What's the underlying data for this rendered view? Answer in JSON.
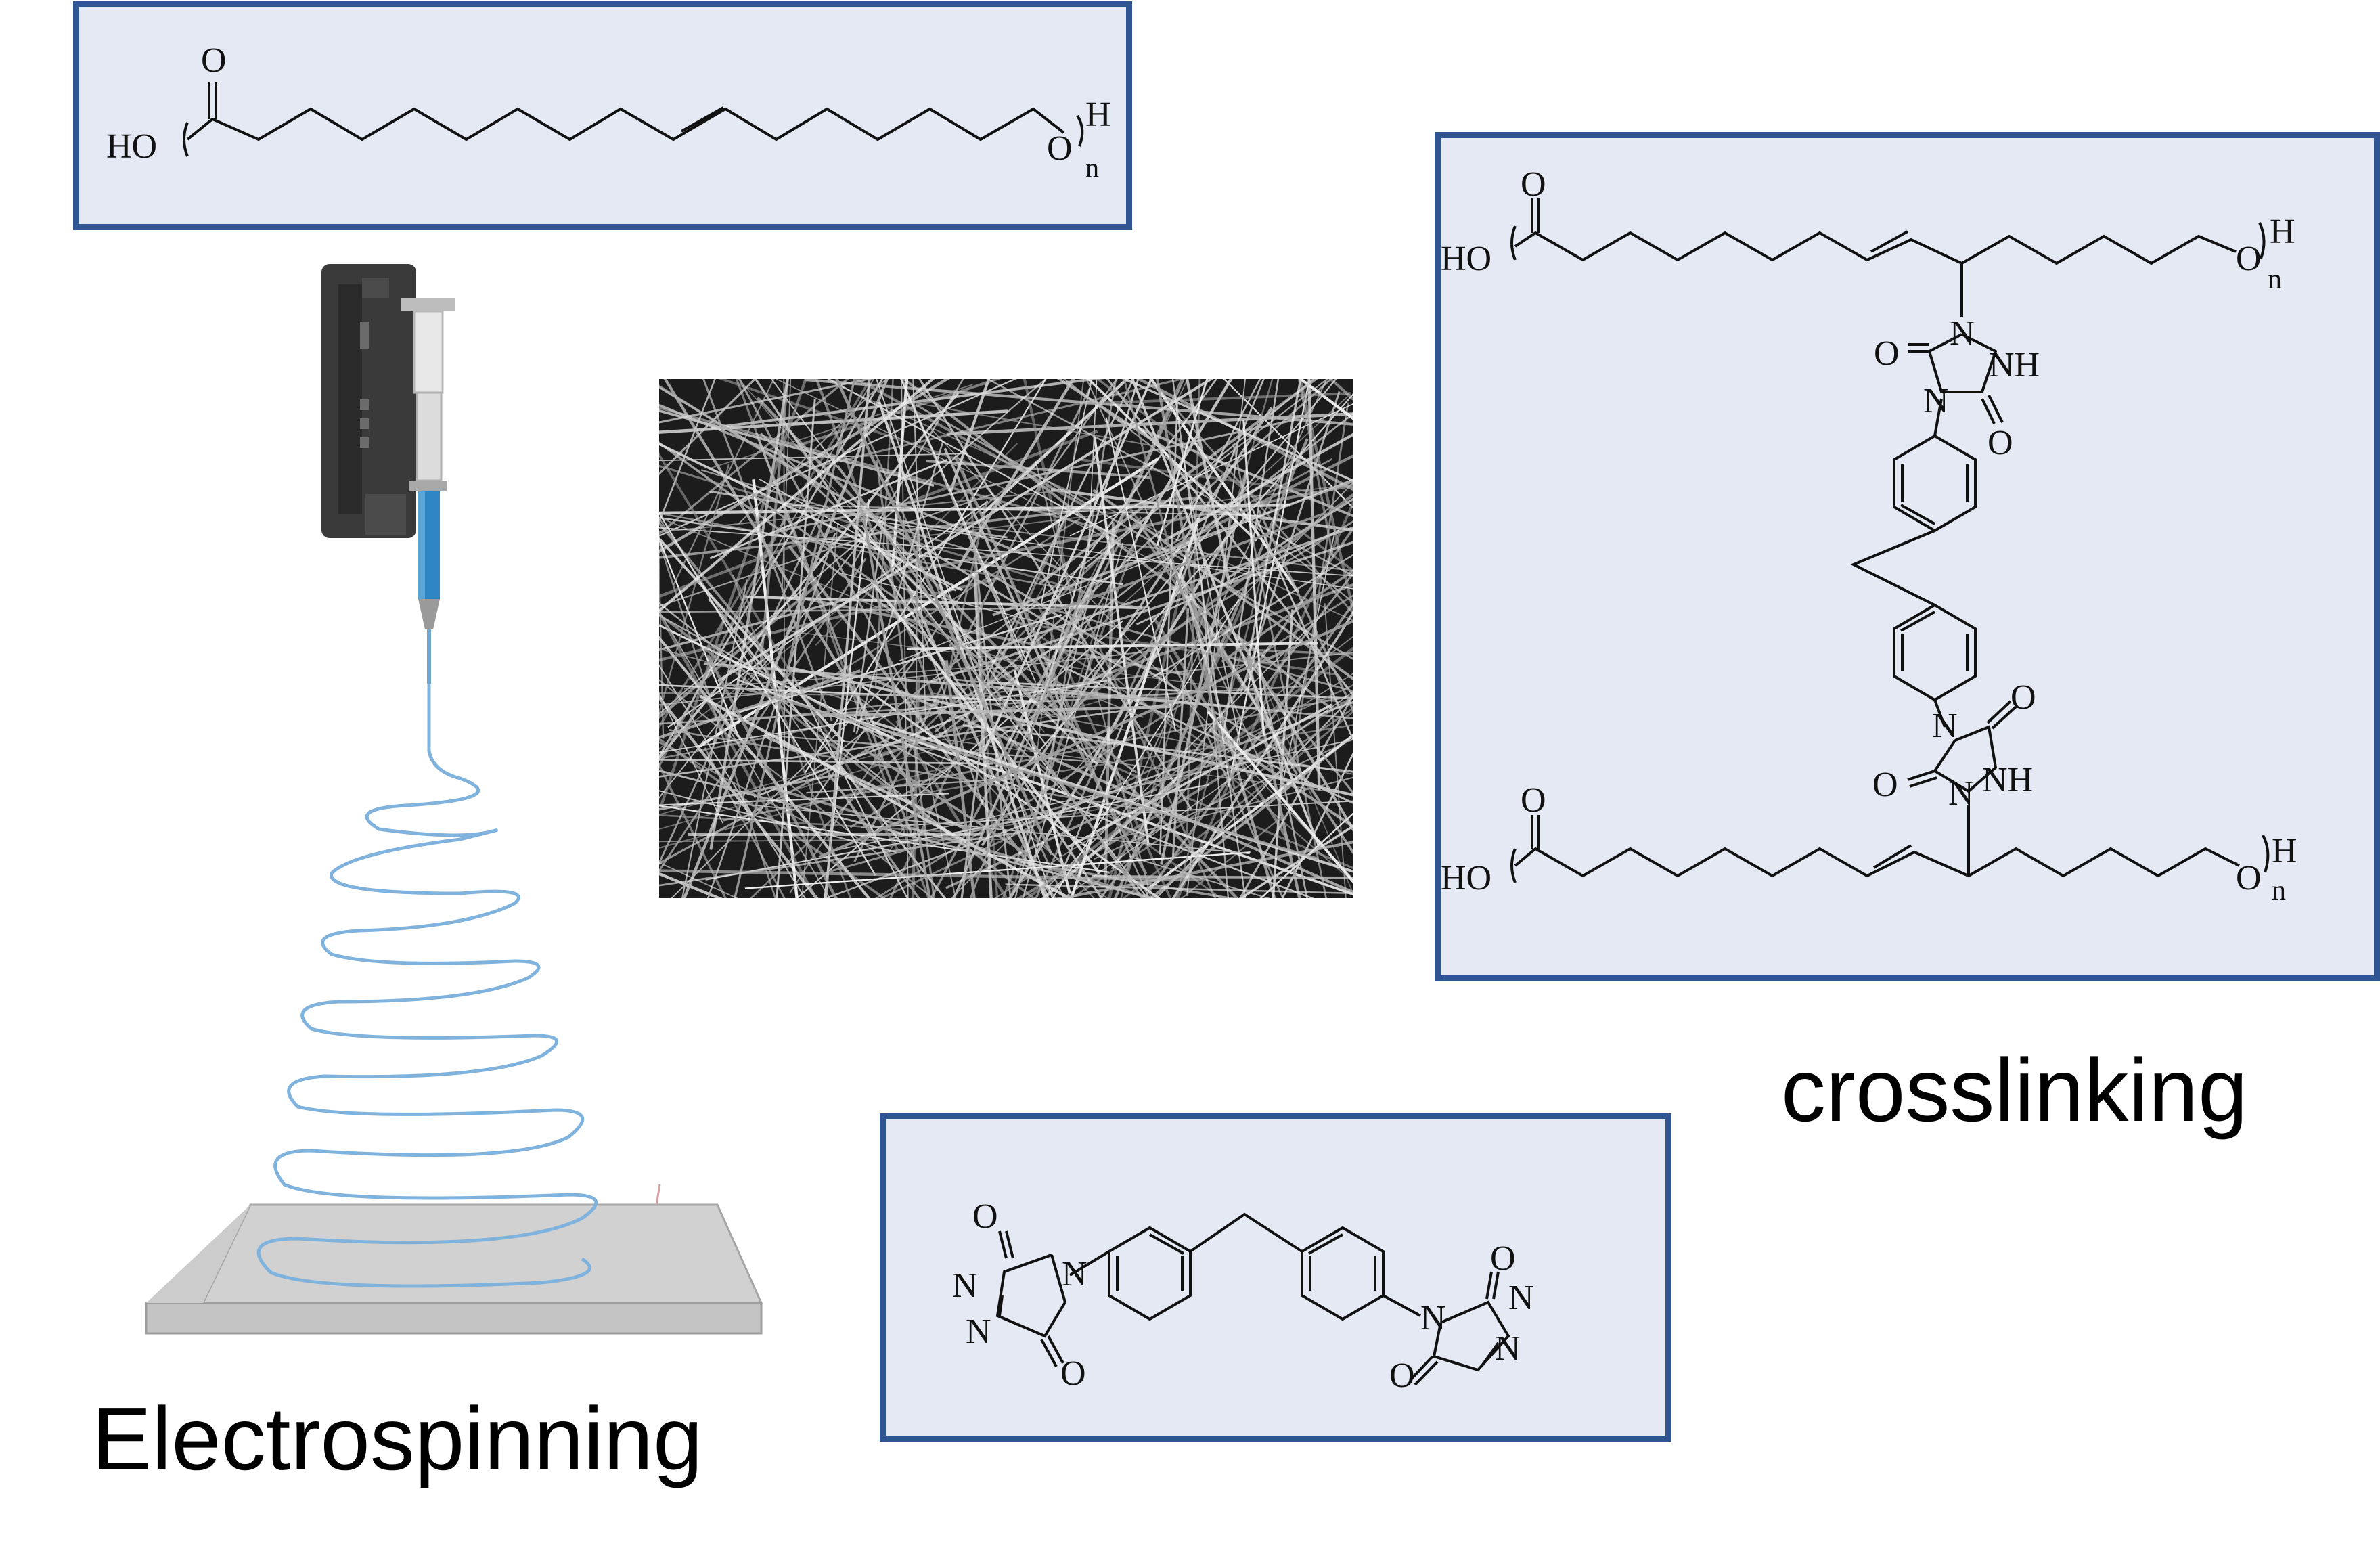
{
  "captions": {
    "electrospinning": "Electrospinning",
    "crosslinking": "crosslinking"
  },
  "monomer": {
    "o_label": "O",
    "ho_label": "HO",
    "o_end": "O",
    "h_end": "H",
    "n_sub": "n"
  },
  "crosslinked": {
    "top_o": "O",
    "top_ho": "HO",
    "top_o_end": "O",
    "top_h": "H",
    "top_n": "n",
    "ring1_n1": "N",
    "ring1_nh": "NH",
    "ring1_n4": "N",
    "ring1_o_left": "O",
    "ring1_o_right": "O",
    "ring2_n4": "N",
    "ring2_n1": "N",
    "ring2_nh": "NH",
    "ring2_o_right": "O",
    "ring2_o_left": "O",
    "bot_o": "O",
    "bot_ho": "HO",
    "bot_o_end": "O",
    "bot_h": "H",
    "bot_n": "n"
  },
  "crosslinker": {
    "left_o_top": "O",
    "left_n": "N",
    "left_n_a": "N",
    "left_n_b": "N",
    "left_o_bottom": "O",
    "right_o_top": "O",
    "right_n": "N",
    "right_n_a": "N",
    "right_n_b": "N",
    "right_o_bottom": "O"
  },
  "colors": {
    "panel_fill": "#e4e9f3",
    "panel_border": "#2f5592",
    "fiber_blue": "#7fb2dd",
    "syringe_blue": "#2f86c4"
  }
}
